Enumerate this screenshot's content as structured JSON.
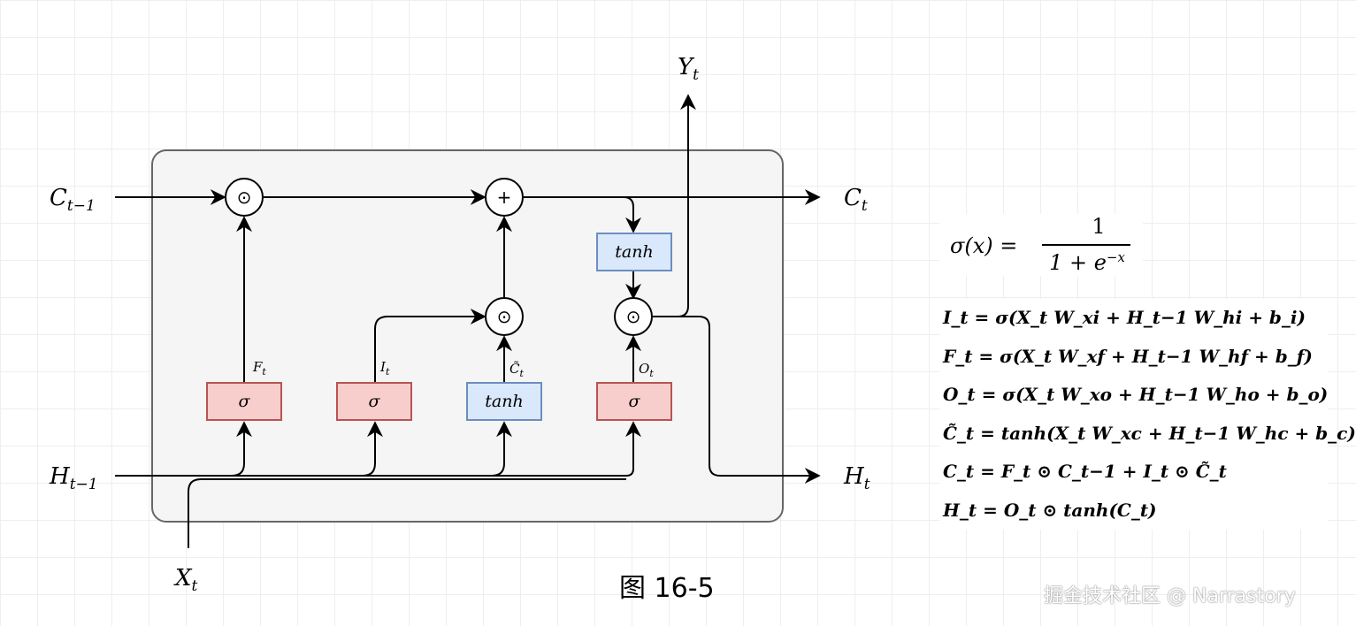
{
  "inputs": {
    "c_prev": "C",
    "c_prev_sub": "t−1",
    "h_prev": "H",
    "h_prev_sub": "t−1",
    "x_t": "X",
    "x_t_sub": "t"
  },
  "outputs": {
    "c_t": "C",
    "c_t_sub": "t",
    "h_t": "H",
    "h_t_sub": "t",
    "y_t": "Y",
    "y_t_sub": "t"
  },
  "gates": {
    "forget": {
      "label": "σ",
      "signal": "F",
      "signal_sub": "t"
    },
    "input": {
      "label": "σ",
      "signal": "I",
      "signal_sub": "t"
    },
    "candidate": {
      "label": "tanh",
      "signal": "C̃",
      "signal_sub": "t"
    },
    "output": {
      "label": "σ",
      "signal": "O",
      "signal_sub": "t"
    },
    "cell_tanh": {
      "label": "tanh"
    }
  },
  "operators": {
    "multiply": "⊙",
    "add": "+"
  },
  "sigmoid_def": {
    "lhs": "σ(x) =",
    "numerator": "1",
    "denominator": "1 + e",
    "denominator_exp": "−x"
  },
  "formulas": [
    "I_t = σ(X_t W_xi + H_t−1 W_hi + b_i)",
    "F_t = σ(X_t W_xf + H_t−1 W_hf + b_f)",
    "O_t = σ(X_t W_xo + H_t−1 W_ho + b_o)",
    "C̃_t = tanh(X_t W_xc + H_t−1 W_hc + b_c)",
    "C_t = F_t ⊙ C_t−1 + I_t ⊙ C̃_t",
    "H_t = O_t ⊙ tanh(C_t)"
  ],
  "caption": "图 16-5",
  "watermark": "掘金技术社区 @ Narrastory",
  "colors": {
    "sigma_fill": "#f8cecc",
    "sigma_stroke": "#b85450",
    "tanh_fill": "#dae8fc",
    "tanh_stroke": "#6c8ebf",
    "cell_fill": "#f5f5f5",
    "cell_stroke": "#666666"
  }
}
